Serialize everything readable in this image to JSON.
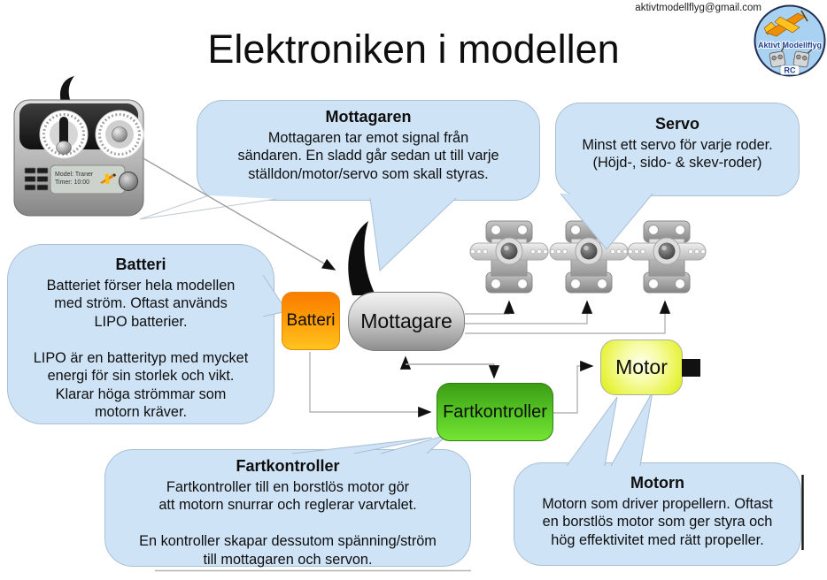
{
  "header": {
    "title": "Elektroniken i modellen",
    "email": "aktivtmodellflyg@gmail.com",
    "logo": {
      "name": "Aktivt Modellflyg",
      "sub": "RC"
    }
  },
  "transmitter_screen": {
    "line1": "Model: Traner",
    "line2": "Timer: 10:00"
  },
  "bubbles": {
    "mottagaren": {
      "title": "Mottagaren",
      "body": "Mottagaren tar emot signal från\nsändaren. En sladd går sedan ut till varje\nställdon/motor/servo som skall styras."
    },
    "servo": {
      "title": "Servo",
      "body": "Minst ett servo för varje roder.\n(Höjd-, sido- & skev-roder)"
    },
    "batteri": {
      "title": "Batteri",
      "body": "Batteriet förser hela modellen\nmed ström. Oftast används\nLIPO batterier.\n\nLIPO är en batterityp med mycket\nenergi för sin storlek och vikt.\nKlarar höga strömmar som\nmotorn kräver."
    },
    "fartkontroller": {
      "title": "Fartkontroller",
      "body": "Fartkontroller till en borstlös motor gör\natt motorn snurrar och reglerar varvtalet.\n\nEn kontroller skapar dessutom spänning/ström\ntill mottagaren och servon."
    },
    "motorn": {
      "title": "Motorn",
      "body": "Motorn som driver propellern. Oftast\nen borstlös motor som ger styra och\nhög effektivitet med rätt propeller."
    }
  },
  "blocks": {
    "batteri": "Batteri",
    "mottagare": "Mottagare",
    "fartkontroller": "Fartkontroller",
    "motor": "Motor"
  },
  "colors": {
    "bubble_fill": "#cfe3f6",
    "bubble_border": "#a9bfd4",
    "battery_orange_top": "#fb7c00",
    "battery_orange_bottom": "#ffc31e",
    "receiver_gray_top": "#f3f3f3",
    "receiver_gray_bottom": "#8e8e8e",
    "esc_green_top": "#3c9d16",
    "esc_green_bottom": "#74e434",
    "motor_yellow_center": "#fcffe8",
    "motor_yellow_edge": "#d9ea1a",
    "connector_line": "#b5b5b5",
    "arrowhead": "#101010",
    "logo_circle": "#a9d2f2"
  }
}
